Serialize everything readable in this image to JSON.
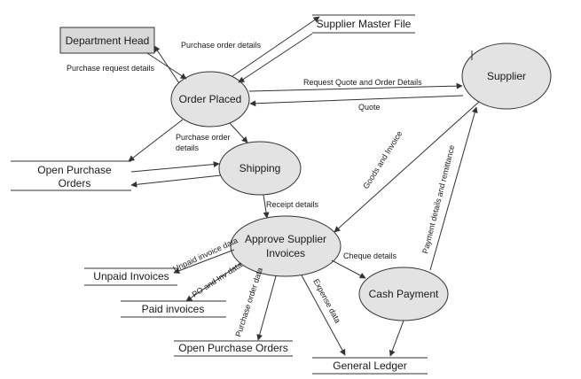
{
  "nodes": {
    "department_head": "Department Head",
    "order_placed": "Order Placed",
    "shipping": "Shipping",
    "approve_line1": "Approve Supplier",
    "approve_line2": "Invoices",
    "cash_payment": "Cash Payment",
    "supplier": "Supplier"
  },
  "stores": {
    "supplier_master_file": "Supplier Master File",
    "open_po_line1": "Open Purchase",
    "open_po_line2": "Orders",
    "unpaid_invoices": "Unpaid Invoices",
    "paid_invoices": "Paid invoices",
    "open_purchase_orders": "Open Purchase Orders",
    "general_ledger": "General Ledger"
  },
  "flows": {
    "purchase_order_details_top": "Purchase order details",
    "purchase_request_details": "Purchase request details",
    "request_quote": "Request Quote and Order Details",
    "quote": "Quote",
    "po_details_line1": "Purchase order",
    "po_details_line2": "details",
    "goods_and_invoice": "Goods and Invoice",
    "payment_details": "Payment details and remittance",
    "receipt_details": "Receipt details",
    "unpaid_invoice_data": "Unpaid invoice data",
    "po_and_inv_data": "PO and Inv data",
    "purchase_order_data": "Purchase order data",
    "expense_data": "Expense data",
    "cheque_details": "Cheque details"
  }
}
